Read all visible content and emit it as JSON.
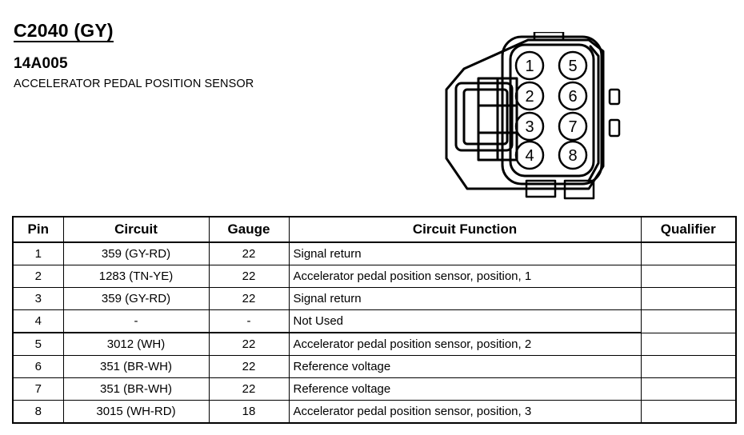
{
  "header": {
    "connector_id": "C2040 (GY)",
    "part_number": "14A005",
    "component_name": "ACCELERATOR PEDAL POSITION SENSOR"
  },
  "connector": {
    "pin_count": 8,
    "pin_labels": [
      "1",
      "2",
      "3",
      "4",
      "5",
      "6",
      "7",
      "8"
    ],
    "left_column_labels": [
      "1",
      "2",
      "3",
      "4"
    ],
    "right_column_labels": [
      "5",
      "6",
      "7",
      "8"
    ],
    "outline_color": "#000000",
    "fill_color": "#ffffff"
  },
  "table": {
    "columns": [
      "Pin",
      "Circuit",
      "Gauge",
      "Circuit Function",
      "Qualifier"
    ],
    "rows": [
      {
        "pin": "1",
        "circuit": "359 (GY-RD)",
        "gauge": "22",
        "function": "Signal return",
        "qualifier": ""
      },
      {
        "pin": "2",
        "circuit": "1283 (TN-YE)",
        "gauge": "22",
        "function": "Accelerator pedal position sensor, position, 1",
        "qualifier": ""
      },
      {
        "pin": "3",
        "circuit": "359 (GY-RD)",
        "gauge": "22",
        "function": "Signal return",
        "qualifier": ""
      },
      {
        "pin": "4",
        "circuit": "-",
        "gauge": "-",
        "function": "Not Used",
        "qualifier": ""
      },
      {
        "pin": "5",
        "circuit": "3012 (WH)",
        "gauge": "22",
        "function": "Accelerator pedal position sensor, position, 2",
        "qualifier": ""
      },
      {
        "pin": "6",
        "circuit": "351 (BR-WH)",
        "gauge": "22",
        "function": "Reference voltage",
        "qualifier": ""
      },
      {
        "pin": "7",
        "circuit": "351 (BR-WH)",
        "gauge": "22",
        "function": "Reference voltage",
        "qualifier": ""
      },
      {
        "pin": "8",
        "circuit": "3015 (WH-RD)",
        "gauge": "18",
        "function": "Accelerator pedal position sensor, position, 3",
        "qualifier": ""
      }
    ]
  }
}
